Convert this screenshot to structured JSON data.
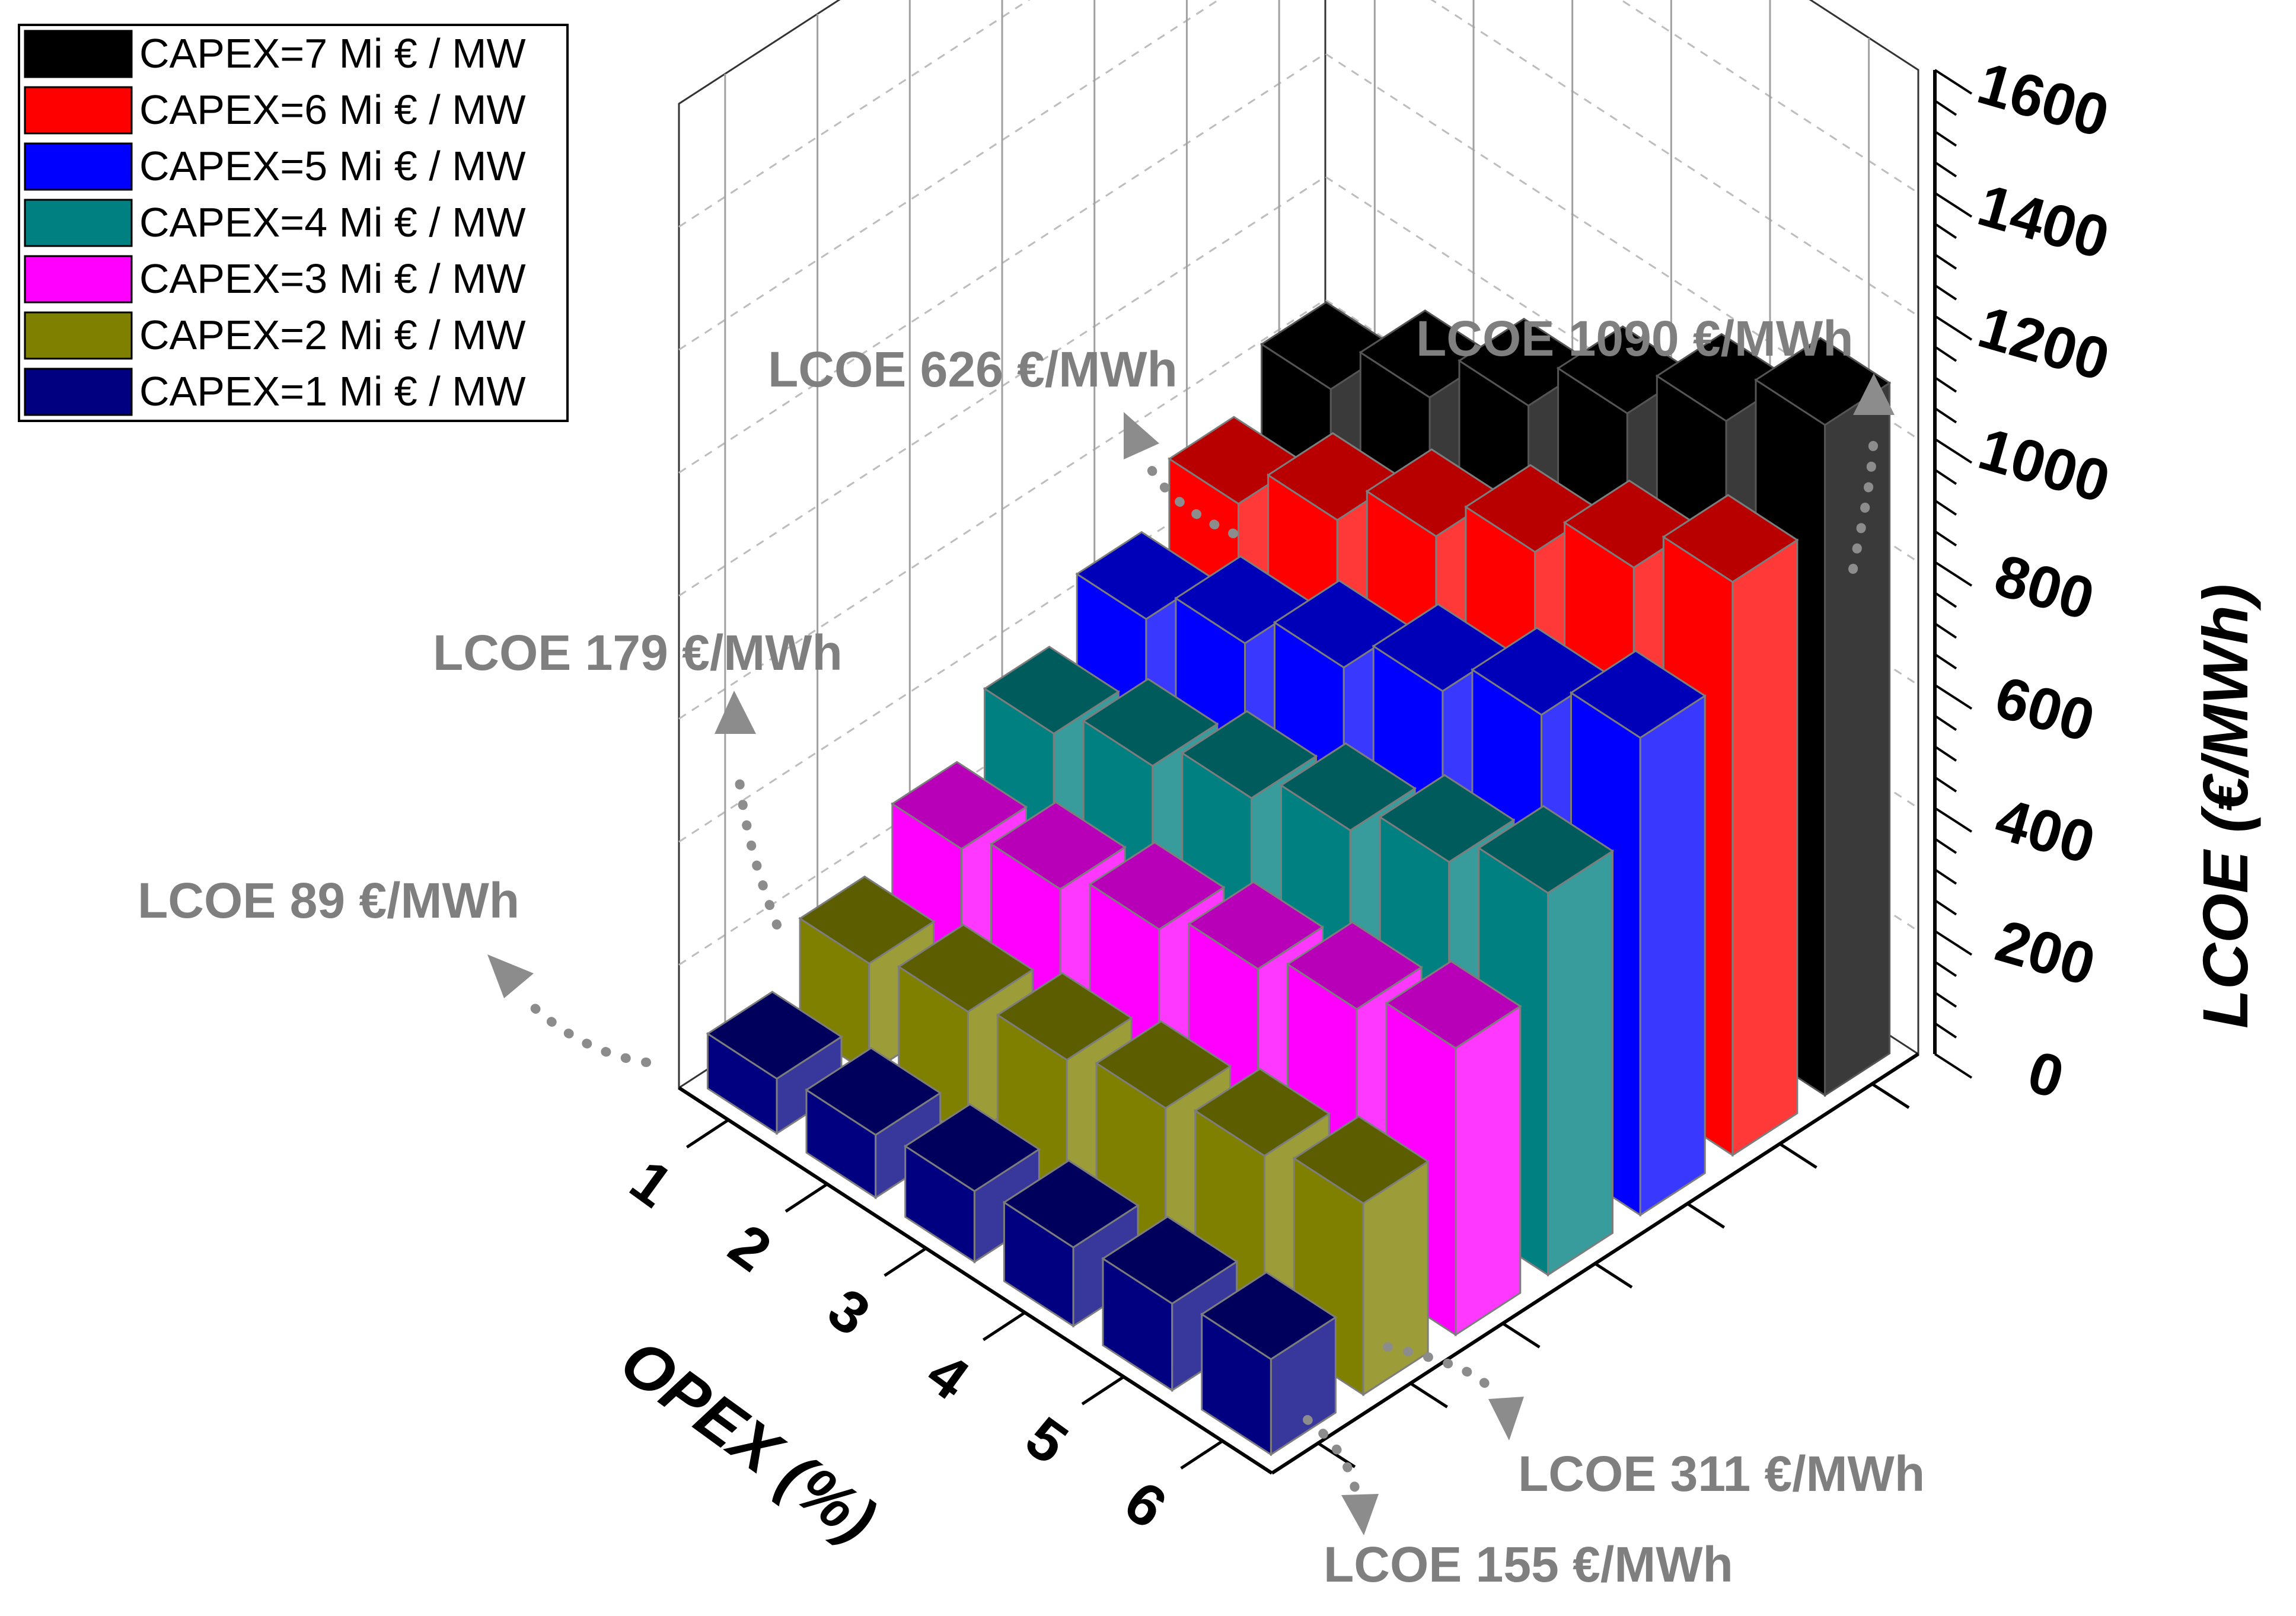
{
  "chart_data": {
    "type": "bar",
    "subtype": "3d-grouped-bar",
    "title": "",
    "xlabel": "OPEX (%)",
    "zlabel": "LCOE (€/MWh)",
    "categories": [
      "1",
      "2",
      "3",
      "4",
      "5",
      "6"
    ],
    "zlim": [
      0,
      1600
    ],
    "zticks": [
      "0",
      "200",
      "400",
      "600",
      "800",
      "1000",
      "1200",
      "1400",
      "1600"
    ],
    "grid": true,
    "legend_position": "top-left",
    "series": [
      {
        "name": "CAPEX=1 Mi € / MW",
        "color": "#000080",
        "values": [
          89,
          102,
          115,
          128,
          141,
          155
        ]
      },
      {
        "name": "CAPEX=2 Mi € / MW",
        "color": "#808000",
        "values": [
          179,
          205,
          231,
          257,
          284,
          311
        ]
      },
      {
        "name": "CAPEX=3 Mi € / MW",
        "color": "#ff00ff",
        "values": [
          268,
          307,
          346,
          386,
          425,
          466
        ]
      },
      {
        "name": "CAPEX=4 Mi € / MW",
        "color": "#008080",
        "values": [
          358,
          410,
          462,
          514,
          567,
          621
        ]
      },
      {
        "name": "CAPEX=5 Mi € / MW",
        "color": "#0000ff",
        "values": [
          447,
          512,
          577,
          643,
          709,
          776
        ]
      },
      {
        "name": "CAPEX=6 Mi € / MW",
        "color": "#ff0000",
        "values": [
          537,
          615,
          693,
          772,
          851,
          932
        ]
      },
      {
        "name": "CAPEX=7 Mi € / MW",
        "color": "#000000",
        "values": [
          626,
          717,
          808,
          900,
          992,
          1090
        ]
      }
    ],
    "annotations": [
      "LCOE 89 €/MWh",
      "LCOE 179 €/MWh",
      "LCOE 626 €/MWh",
      "LCOE 1090 €/MWh",
      "LCOE 311 €/MWh",
      "LCOE 155 €/MWh"
    ]
  }
}
